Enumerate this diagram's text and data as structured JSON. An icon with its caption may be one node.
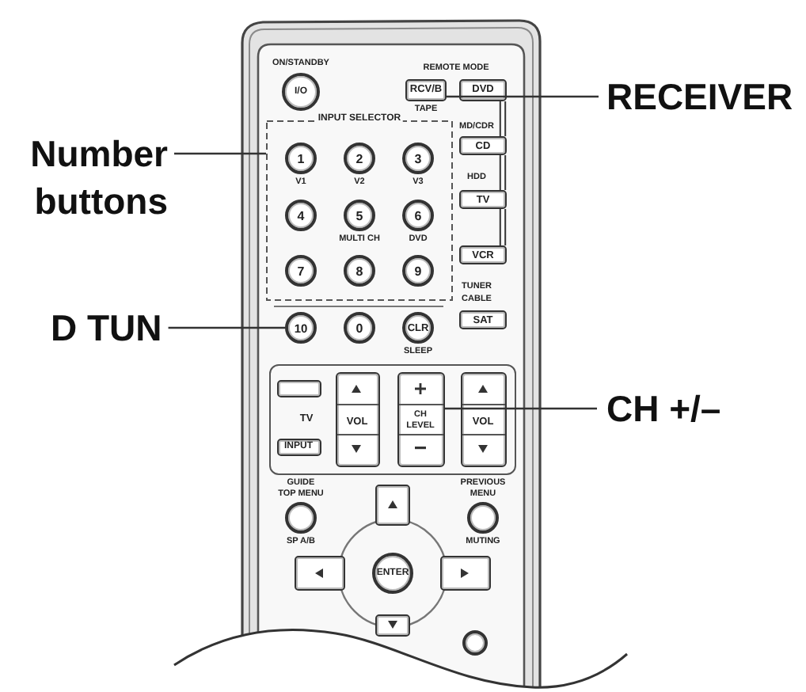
{
  "diagram": {
    "nodes": [
      {
        "text": [
          "RECEIVER"
        ]
      },
      {
        "text": [
          "Number buttons"
        ]
      },
      {
        "text": [
          "D TUN"
        ]
      },
      {
        "text": [
          "CH +/–"
        ]
      },
      {
        "text": [
          "I/O"
        ],
        "beside": [
          "ON/STANDBY"
        ]
      },
      {
        "text": [
          "RCV/B"
        ],
        "beside": [
          "TAPE"
        ]
      },
      {
        "text": [
          "DVD"
        ]
      },
      {
        "text": [
          "CD"
        ],
        "beside": [
          "MD/CDR"
        ]
      },
      {
        "text": [
          "TV"
        ],
        "beside": [
          "HDD"
        ]
      },
      {
        "text": [
          "VCR"
        ]
      },
      {
        "text": [
          "SAT"
        ],
        "beside": [
          "TUNER",
          "CABLE"
        ]
      },
      {
        "text": [
          "INPUT SELECTOR"
        ]
      },
      {
        "text": [
          "1"
        ],
        "in": 11,
        "beside": [
          "V1"
        ]
      },
      {
        "text": [
          "2"
        ],
        "in": 11,
        "beside": [
          "V2"
        ]
      },
      {
        "text": [
          "3"
        ],
        "in": 11,
        "beside": [
          "V3"
        ]
      },
      {
        "text": [
          "4"
        ],
        "in": 11
      },
      {
        "text": [
          "5"
        ],
        "in": 11,
        "beside": [
          "MULTI CH"
        ]
      },
      {
        "text": [
          "6"
        ],
        "in": 11,
        "beside": [
          "DVD"
        ]
      },
      {
        "text": [
          "7"
        ],
        "in": 11
      },
      {
        "text": [
          "8"
        ],
        "in": 11
      },
      {
        "text": [
          "9"
        ],
        "in": 11
      },
      {
        "text": [
          "10"
        ]
      },
      {
        "text": [
          "0"
        ]
      },
      {
        "text": [
          "CLR"
        ],
        "beside": [
          "SLEEP"
        ]
      },
      {
        "text": [
          "TV"
        ]
      },
      {
        "text": [],
        "shape": "box",
        "in": 24
      },
      {
        "text": [
          "INPUT"
        ],
        "in": 24
      },
      {
        "text": [
          "VOL"
        ],
        "in": 24
      },
      {
        "text": [
          "CH LEVEL"
        ],
        "in": 24
      },
      {
        "text": [
          "VOL"
        ],
        "in": 24
      },
      {
        "text": [],
        "shape": "circle",
        "beside": [
          "GUIDE TOP MENU",
          "SP A/B"
        ]
      },
      {
        "text": [],
        "shape": "circle",
        "beside": [
          "PREVIOUS MENU",
          "MUTING"
        ]
      },
      {
        "text": [],
        "shape": "box"
      },
      {
        "text": [],
        "shape": "box"
      },
      {
        "text": [
          "ENTER"
        ]
      },
      {
        "text": [],
        "shape": "box"
      },
      {
        "text": [],
        "shape": "box"
      },
      {
        "text": [],
        "shape": "circle"
      }
    ],
    "edges": [
      {
        "from": 0,
        "to": 5,
        "arrow": "none"
      },
      {
        "from": 1,
        "to": 11,
        "arrow": "none"
      },
      {
        "from": 2,
        "to": 21,
        "arrow": "none"
      },
      {
        "from": 3,
        "to": 28,
        "arrow": "none"
      },
      {
        "from": 6,
        "to": 7,
        "arrow": "none"
      },
      {
        "from": 7,
        "to": 8,
        "arrow": "none"
      },
      {
        "from": 8,
        "to": 9,
        "arrow": "none"
      }
    ],
    "labels": [
      "REMOTE MODE"
    ]
  }
}
